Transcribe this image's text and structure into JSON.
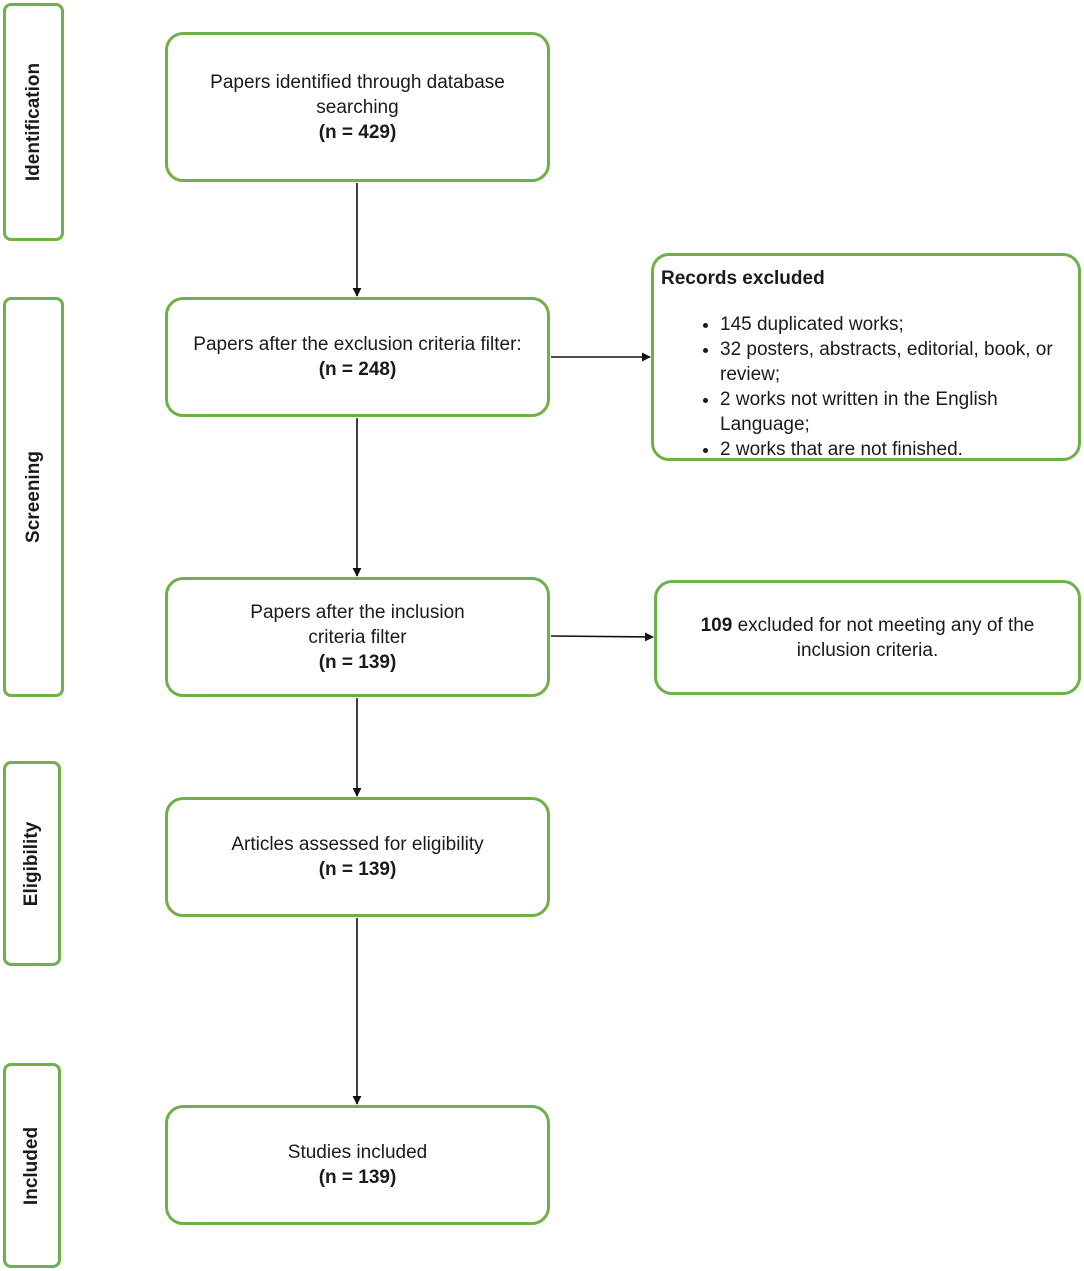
{
  "phases": {
    "identification": "Identification",
    "screening": "Screening",
    "eligibility": "Eligibility",
    "included": "Included"
  },
  "boxes": {
    "identified": {
      "line1": "Papers identified through database",
      "line2": "searching",
      "n": "(n = 429)"
    },
    "exclusion": {
      "line1": "Papers after the exclusion criteria filter:",
      "n": "(n = 248)"
    },
    "inclusion": {
      "line1": "Papers after the inclusion",
      "line2": "criteria filter",
      "n": "(n = 139)"
    },
    "assessed": {
      "line1": "Articles assessed for eligibility",
      "n": "(n = 139)"
    },
    "studies": {
      "line1": "Studies included",
      "n": "(n = 139)"
    }
  },
  "records_excluded": {
    "title": "Records excluded",
    "items": [
      "145 duplicated works;",
      "32 posters, abstracts, editorial, book, or review;",
      "2 works not written in the English Language;",
      "2 works that are not finished."
    ]
  },
  "inclusion_excluded": {
    "count": "109",
    "text": " excluded for not meeting any of the inclusion criteria."
  }
}
